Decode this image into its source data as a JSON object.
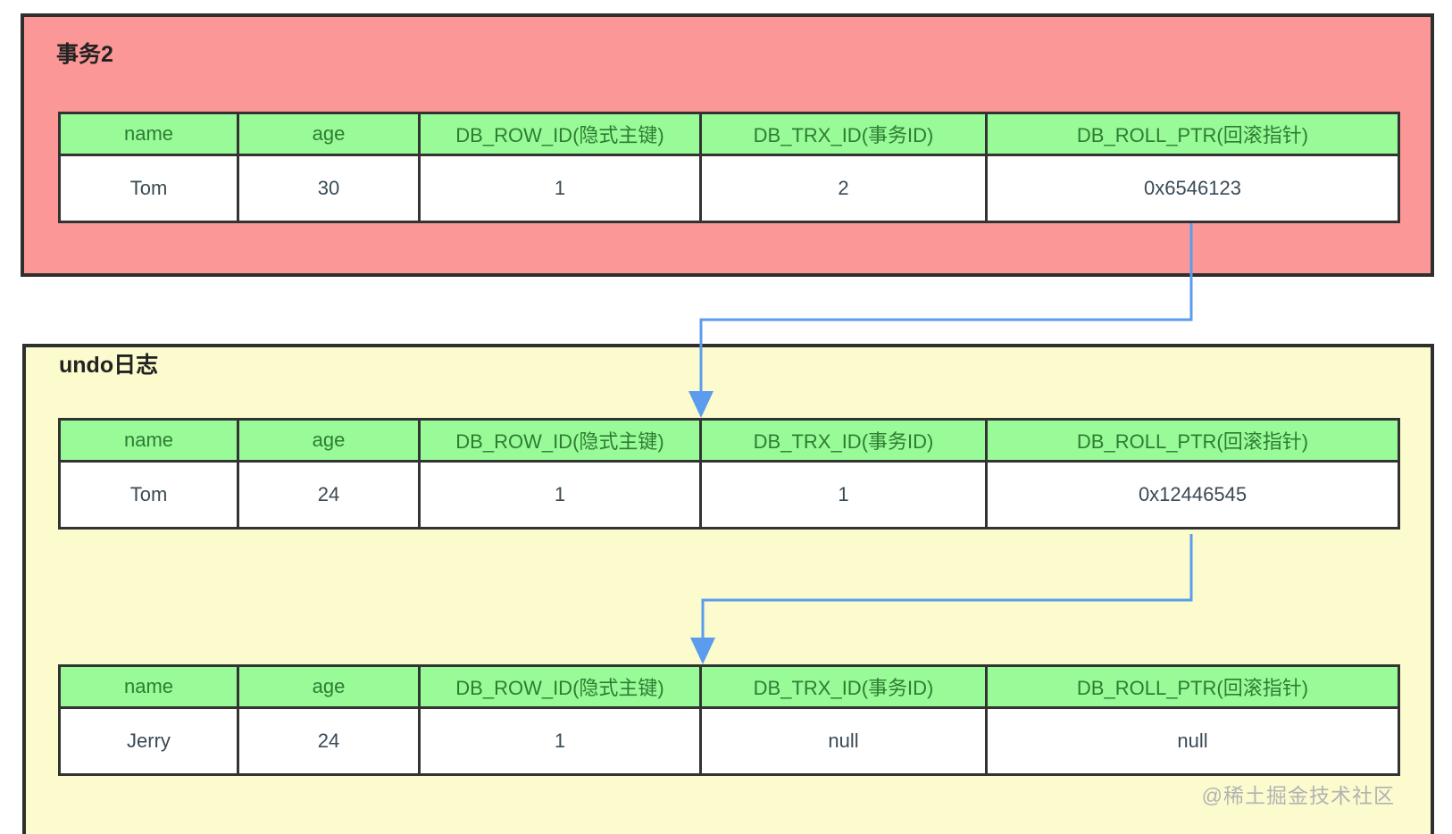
{
  "columns": [
    "name",
    "age",
    "DB_ROW_ID(隐式主键)",
    "DB_TRX_ID(事务ID)",
    "DB_ROLL_PTR(回滚指针)"
  ],
  "transaction2": {
    "title": "事务2",
    "row": [
      "Tom",
      "30",
      "1",
      "2",
      "0x6546123"
    ]
  },
  "undo_log": {
    "title": "undo日志",
    "version1_row": [
      "Tom",
      "24",
      "1",
      "1",
      "0x12446545"
    ],
    "version0_row": [
      "Jerry",
      "24",
      "1",
      "null",
      "null"
    ]
  },
  "watermark": "@稀土掘金技术社区",
  "colors": {
    "panel_red": "#fc9797",
    "panel_yellow": "#fbfbce",
    "header_green": "#98fb98",
    "header_text": "#2e7d32",
    "cell_text": "#3a4a55",
    "border": "#333333",
    "arrow": "#5b9cee",
    "watermark_text": "#b3b3b3"
  }
}
